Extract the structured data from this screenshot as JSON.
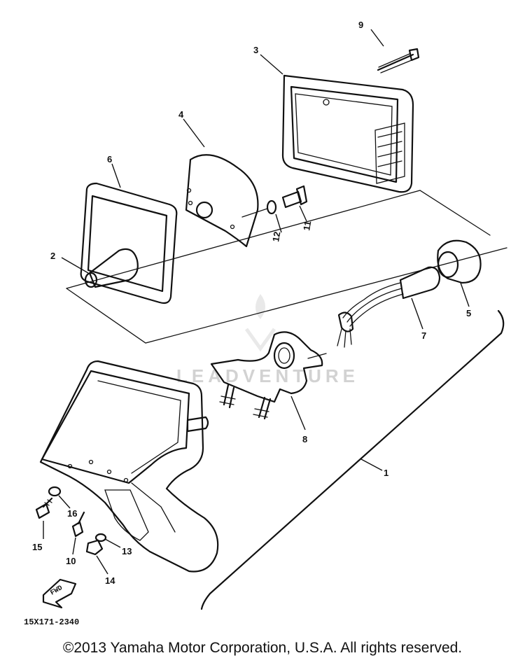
{
  "diagram": {
    "callouts": [
      "9",
      "3",
      "4",
      "6",
      "2",
      "12",
      "11",
      "5",
      "7",
      "8",
      "1",
      "16",
      "15",
      "10",
      "13",
      "14"
    ],
    "part_number": "15X171-2340",
    "fwd_label": "FWD",
    "watermark": "LEADVENTURE"
  },
  "footer": {
    "copyright": "©2013 Yamaha Motor Corporation, U.S.A. All rights reserved."
  }
}
